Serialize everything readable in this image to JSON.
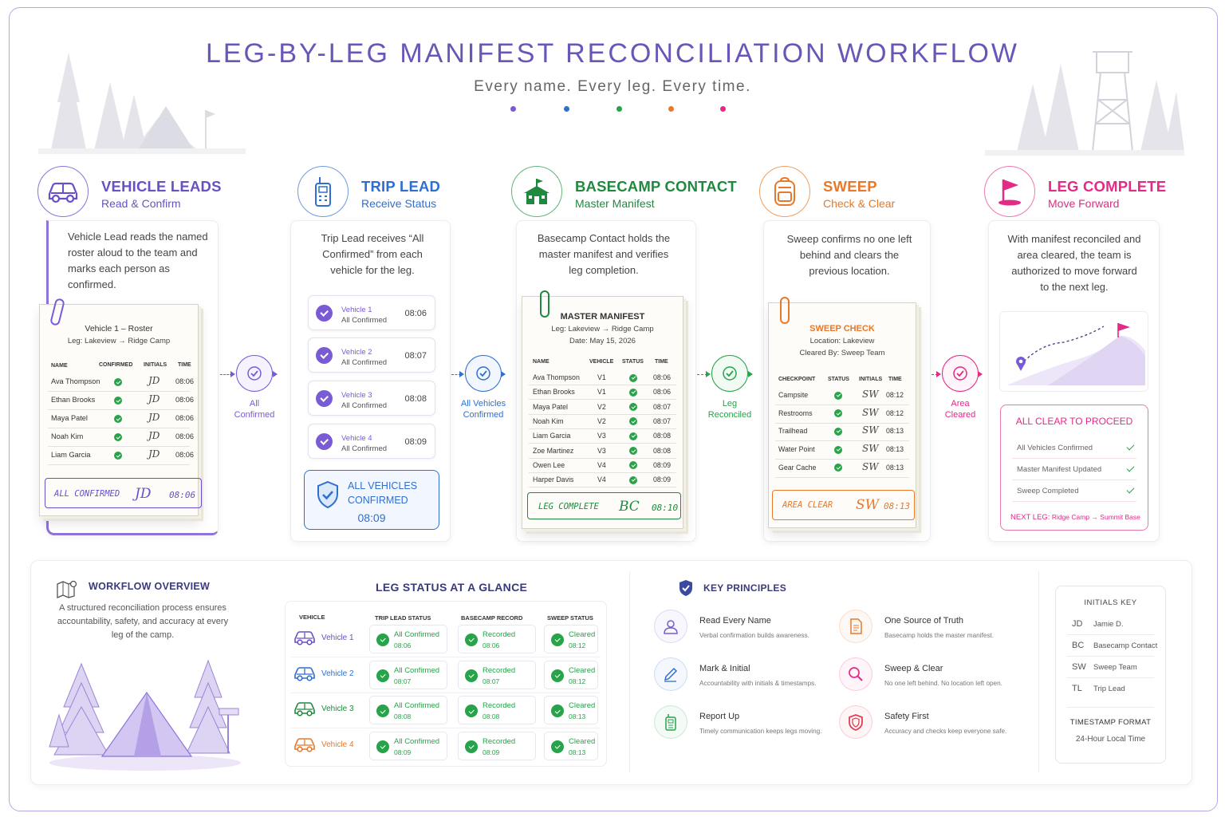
{
  "title": "LEG-BY-LEG MANIFEST RECONCILIATION WORKFLOW",
  "subtitle": "Every name. Every leg. Every time.",
  "colors": {
    "purple": "#6a4fc7",
    "blue": "#2f6fd0",
    "green": "#1f8a3f",
    "orange": "#e8782a",
    "pink": "#e22a86",
    "navy": "#3a3a7a"
  },
  "stages": [
    {
      "name": "VEHICLE LEADS",
      "sub": "Read & Confirm",
      "icon": "car-icon",
      "desc": "Vehicle Lead reads the named roster aloud to the team and marks each person as confirmed."
    },
    {
      "name": "TRIP LEAD",
      "sub": "Receive Status",
      "icon": "radio-icon",
      "desc": "Trip Lead receives “All Confirmed” from each vehicle for the leg."
    },
    {
      "name": "BASECAMP CONTACT",
      "sub": "Master Manifest",
      "icon": "basecamp-building-icon",
      "desc": "Basecamp Contact holds the master manifest and verifies leg completion."
    },
    {
      "name": "SWEEP",
      "sub": "Check & Clear",
      "icon": "backpack-icon",
      "desc": "Sweep confirms no one left behind and clears the previous location."
    },
    {
      "name": "LEG COMPLETE",
      "sub": "Move Forward",
      "icon": "flag-icon",
      "desc": "With manifest reconciled and area cleared, the team is authorized to move forward to the next leg."
    }
  ],
  "connectors": [
    {
      "label": "All\nConfirmed",
      "icon": "check-circle-icon"
    },
    {
      "label": "All Vehicles\nConfirmed",
      "icon": "check-circle-icon"
    },
    {
      "label": "Leg\nReconciled",
      "icon": "check-circle-icon"
    },
    {
      "label": "Area\nCleared",
      "icon": "check-circle-icon"
    }
  ],
  "roster": {
    "title": "Vehicle 1 – Roster",
    "leg": "Leg: Lakeview → Ridge Camp",
    "headers": [
      "NAME",
      "CONFIRMED",
      "INITIALS",
      "TIME"
    ],
    "rows": [
      {
        "name": "Ava Thompson",
        "initials": "JD",
        "time": "08:06"
      },
      {
        "name": "Ethan Brooks",
        "initials": "JD",
        "time": "08:06"
      },
      {
        "name": "Maya Patel",
        "initials": "JD",
        "time": "08:06"
      },
      {
        "name": "Noah Kim",
        "initials": "JD",
        "time": "08:06"
      },
      {
        "name": "Liam Garcia",
        "initials": "JD",
        "time": "08:06"
      }
    ],
    "stamp": {
      "text": "ALL CONFIRMED",
      "initials": "JD",
      "time": "08:06"
    }
  },
  "trip": {
    "vehicles": [
      {
        "name": "Vehicle 1",
        "status": "All Confirmed",
        "time": "08:06"
      },
      {
        "name": "Vehicle 2",
        "status": "All Confirmed",
        "time": "08:07"
      },
      {
        "name": "Vehicle 3",
        "status": "All Confirmed",
        "time": "08:08"
      },
      {
        "name": "Vehicle 4",
        "status": "All Confirmed",
        "time": "08:09"
      }
    ],
    "summary_line1": "ALL VEHICLES",
    "summary_line2": "CONFIRMED",
    "summary_time": "08:09"
  },
  "master": {
    "title": "MASTER MANIFEST",
    "leg": "Leg: Lakeview → Ridge Camp",
    "date": "Date: May 15, 2026",
    "headers": [
      "NAME",
      "VEHICLE",
      "STATUS",
      "TIME"
    ],
    "rows": [
      {
        "name": "Ava Thompson",
        "vehicle": "V1",
        "time": "08:06"
      },
      {
        "name": "Ethan Brooks",
        "vehicle": "V1",
        "time": "08:06"
      },
      {
        "name": "Maya Patel",
        "vehicle": "V2",
        "time": "08:07"
      },
      {
        "name": "Noah Kim",
        "vehicle": "V2",
        "time": "08:07"
      },
      {
        "name": "Liam Garcia",
        "vehicle": "V3",
        "time": "08:08"
      },
      {
        "name": "Zoe Martinez",
        "vehicle": "V3",
        "time": "08:08"
      },
      {
        "name": "Owen Lee",
        "vehicle": "V4",
        "time": "08:09"
      },
      {
        "name": "Harper Davis",
        "vehicle": "V4",
        "time": "08:09"
      }
    ],
    "stamp": {
      "text": "LEG COMPLETE",
      "initials": "BC",
      "time": "08:10"
    }
  },
  "sweep": {
    "title": "SWEEP CHECK",
    "location": "Location: Lakeview",
    "cleared_by": "Cleared By: Sweep Team",
    "headers": [
      "CHECKPOINT",
      "STATUS",
      "INITIALS",
      "TIME"
    ],
    "rows": [
      {
        "name": "Campsite",
        "initials": "SW",
        "time": "08:12"
      },
      {
        "name": "Restrooms",
        "initials": "SW",
        "time": "08:12"
      },
      {
        "name": "Trailhead",
        "initials": "SW",
        "time": "08:13"
      },
      {
        "name": "Water Point",
        "initials": "SW",
        "time": "08:13"
      },
      {
        "name": "Gear Cache",
        "initials": "SW",
        "time": "08:13"
      }
    ],
    "stamp": {
      "text": "AREA CLEAR",
      "initials": "SW",
      "time": "08:13"
    }
  },
  "complete": {
    "title": "ALL CLEAR TO PROCEED",
    "items": [
      "All Vehicles Confirmed",
      "Master Manifest Updated",
      "Sweep Completed"
    ],
    "next_label": "NEXT LEG:",
    "next_value": "Ridge Camp → Summit Base"
  },
  "overview": {
    "title": "WORKFLOW OVERVIEW",
    "text": "A structured reconciliation process ensures accountability, safety, and accuracy at every leg of the camp."
  },
  "glance": {
    "title": "LEG STATUS AT A GLANCE",
    "headers": [
      "VEHICLE",
      "TRIP LEAD STATUS",
      "BASECAMP RECORD",
      "SWEEP STATUS"
    ],
    "rows": [
      {
        "vehicle": "Vehicle 1",
        "trip": "All Confirmed",
        "trip_time": "08:06",
        "base": "Recorded",
        "base_time": "08:06",
        "sweep": "Cleared",
        "sweep_time": "08:12",
        "color": "#6a4fc7"
      },
      {
        "vehicle": "Vehicle 2",
        "trip": "All Confirmed",
        "trip_time": "08:07",
        "base": "Recorded",
        "base_time": "08:07",
        "sweep": "Cleared",
        "sweep_time": "08:12",
        "color": "#2f6fd0"
      },
      {
        "vehicle": "Vehicle 3",
        "trip": "All Confirmed",
        "trip_time": "08:08",
        "base": "Recorded",
        "base_time": "08:08",
        "sweep": "Cleared",
        "sweep_time": "08:13",
        "color": "#1f8a3f"
      },
      {
        "vehicle": "Vehicle 4",
        "trip": "All Confirmed",
        "trip_time": "08:09",
        "base": "Recorded",
        "base_time": "08:09",
        "sweep": "Cleared",
        "sweep_time": "08:13",
        "color": "#e8782a"
      }
    ]
  },
  "principles": {
    "title": "KEY PRINCIPLES",
    "items": [
      {
        "title": "Read Every Name",
        "desc": "Verbal confirmation builds awareness.",
        "icon": "person-icon"
      },
      {
        "title": "One Source of Truth",
        "desc": "Basecamp holds the master manifest.",
        "icon": "document-icon"
      },
      {
        "title": "Mark & Initial",
        "desc": "Accountability with initials & timestamps.",
        "icon": "pen-icon"
      },
      {
        "title": "Sweep & Clear",
        "desc": "No one left behind. No location left open.",
        "icon": "magnifier-icon"
      },
      {
        "title": "Report Up",
        "desc": "Timely communication keeps legs moving.",
        "icon": "radio-icon"
      },
      {
        "title": "Safety First",
        "desc": "Accuracy and checks keep everyone safe.",
        "icon": "shield-icon"
      }
    ]
  },
  "initials_key": {
    "title": "INITIALS KEY",
    "items": [
      {
        "code": "JD",
        "name": "Jamie D."
      },
      {
        "code": "BC",
        "name": "Basecamp Contact"
      },
      {
        "code": "SW",
        "name": "Sweep Team"
      },
      {
        "code": "TL",
        "name": "Trip Lead"
      }
    ],
    "ts_title": "TIMESTAMP FORMAT",
    "ts_value": "24-Hour Local Time"
  }
}
